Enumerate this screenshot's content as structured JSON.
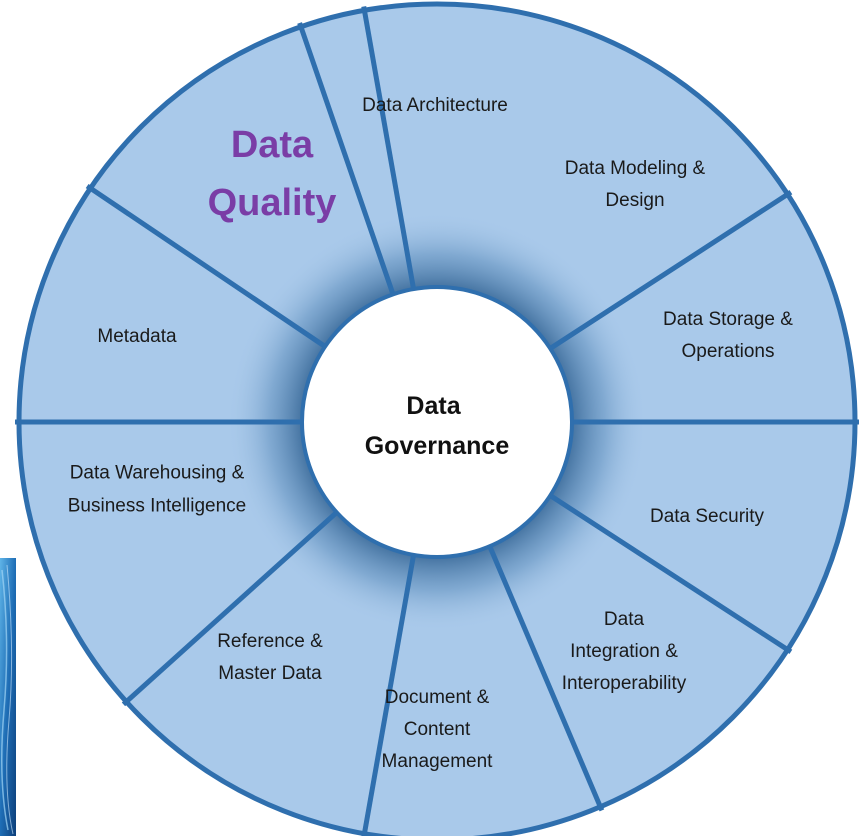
{
  "diagram": {
    "center": {
      "lines": [
        "Data",
        "Governance"
      ]
    },
    "segments": [
      {
        "lines": [
          "Data Architecture"
        ]
      },
      {
        "lines": [
          "Data Modeling &",
          "Design"
        ]
      },
      {
        "lines": [
          "Data Storage &",
          "Operations"
        ]
      },
      {
        "lines": [
          "Data Security"
        ]
      },
      {
        "lines": [
          "Data",
          "Integration &",
          "Interoperability"
        ]
      },
      {
        "lines": [
          "Document &",
          "Content",
          "Management"
        ]
      },
      {
        "lines": [
          "Reference &",
          "Master Data"
        ]
      },
      {
        "lines": [
          "Data Warehousing &",
          "Business Intelligence"
        ]
      },
      {
        "lines": [
          "Metadata"
        ]
      },
      {
        "lines": [
          "Data",
          "Quality"
        ],
        "highlight": true
      }
    ],
    "colors": {
      "segment_fill": "#a9c9ea",
      "segment_border": "#2f6fae",
      "center_fill": "#ffffff",
      "highlight_text": "#7a3da6",
      "corner_blue": "#2a7fc4"
    }
  }
}
